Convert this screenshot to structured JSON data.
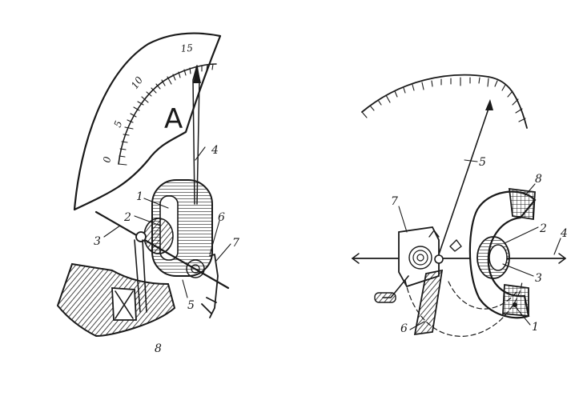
{
  "left_instrument": {
    "scale_numbers": [
      "0",
      "5",
      "10",
      "15"
    ],
    "unit_letter": "A",
    "callouts": [
      "1",
      "2",
      "3",
      "4",
      "5",
      "6",
      "7",
      "8"
    ]
  },
  "right_instrument": {
    "callouts": [
      "1",
      "2",
      "3",
      "4",
      "5",
      "6",
      "7",
      "8"
    ]
  },
  "colors": {
    "ink": "#1a1a1a",
    "paper": "#ffffff"
  }
}
